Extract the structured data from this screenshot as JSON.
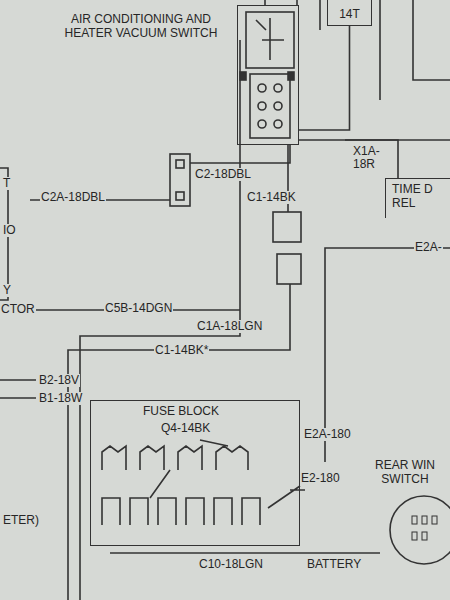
{
  "diagram": {
    "nodes": [
      {
        "text": [
          "AIR CONDITIONING AND HEATER VACUUM SWITCH"
        ]
      },
      {
        "text": [
          "14T"
        ]
      },
      {
        "text": [
          "TIME D REL"
        ]
      },
      {
        "text": [
          "FUSE BLOCK"
        ]
      },
      {
        "text": [
          "REAR WIN SWITCH"
        ]
      }
    ],
    "edges": [
      {
        "from": 0,
        "to": 1,
        "arrow": "none"
      },
      {
        "from": 0,
        "to": 2,
        "arrow": "none"
      }
    ],
    "labels": [
      "C2A-18DBL",
      "C2-18DBL",
      "X1A- 18R",
      "C1-14BK",
      "E2A-",
      "C5B-14DGN",
      "CTOR",
      "C1A-18LGN",
      "C1-14BK*",
      "B2-18V",
      "B1-18W",
      "Q4-14BK",
      "E2A-180",
      "E2-180",
      "C10-18LGN",
      "BATTERY",
      "ETER)",
      "T",
      "IO",
      "Y"
    ]
  }
}
